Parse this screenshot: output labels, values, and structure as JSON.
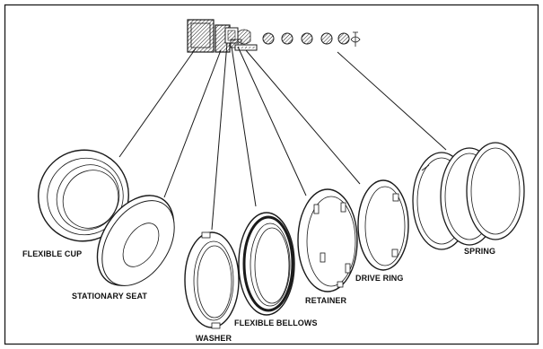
{
  "diagram": {
    "labels": {
      "flexible_cup": "FLEXIBLE CUP",
      "stationary_seat": "STATIONARY SEAT",
      "washer": "WASHER",
      "flexible_bellows": "FLEXIBLE BELLOWS",
      "retainer": "RETAINER",
      "drive_ring": "DRIVE RING",
      "spring": "SPRING"
    },
    "colors": {
      "ink": "#1a1a1a",
      "background": "#ffffff"
    }
  }
}
